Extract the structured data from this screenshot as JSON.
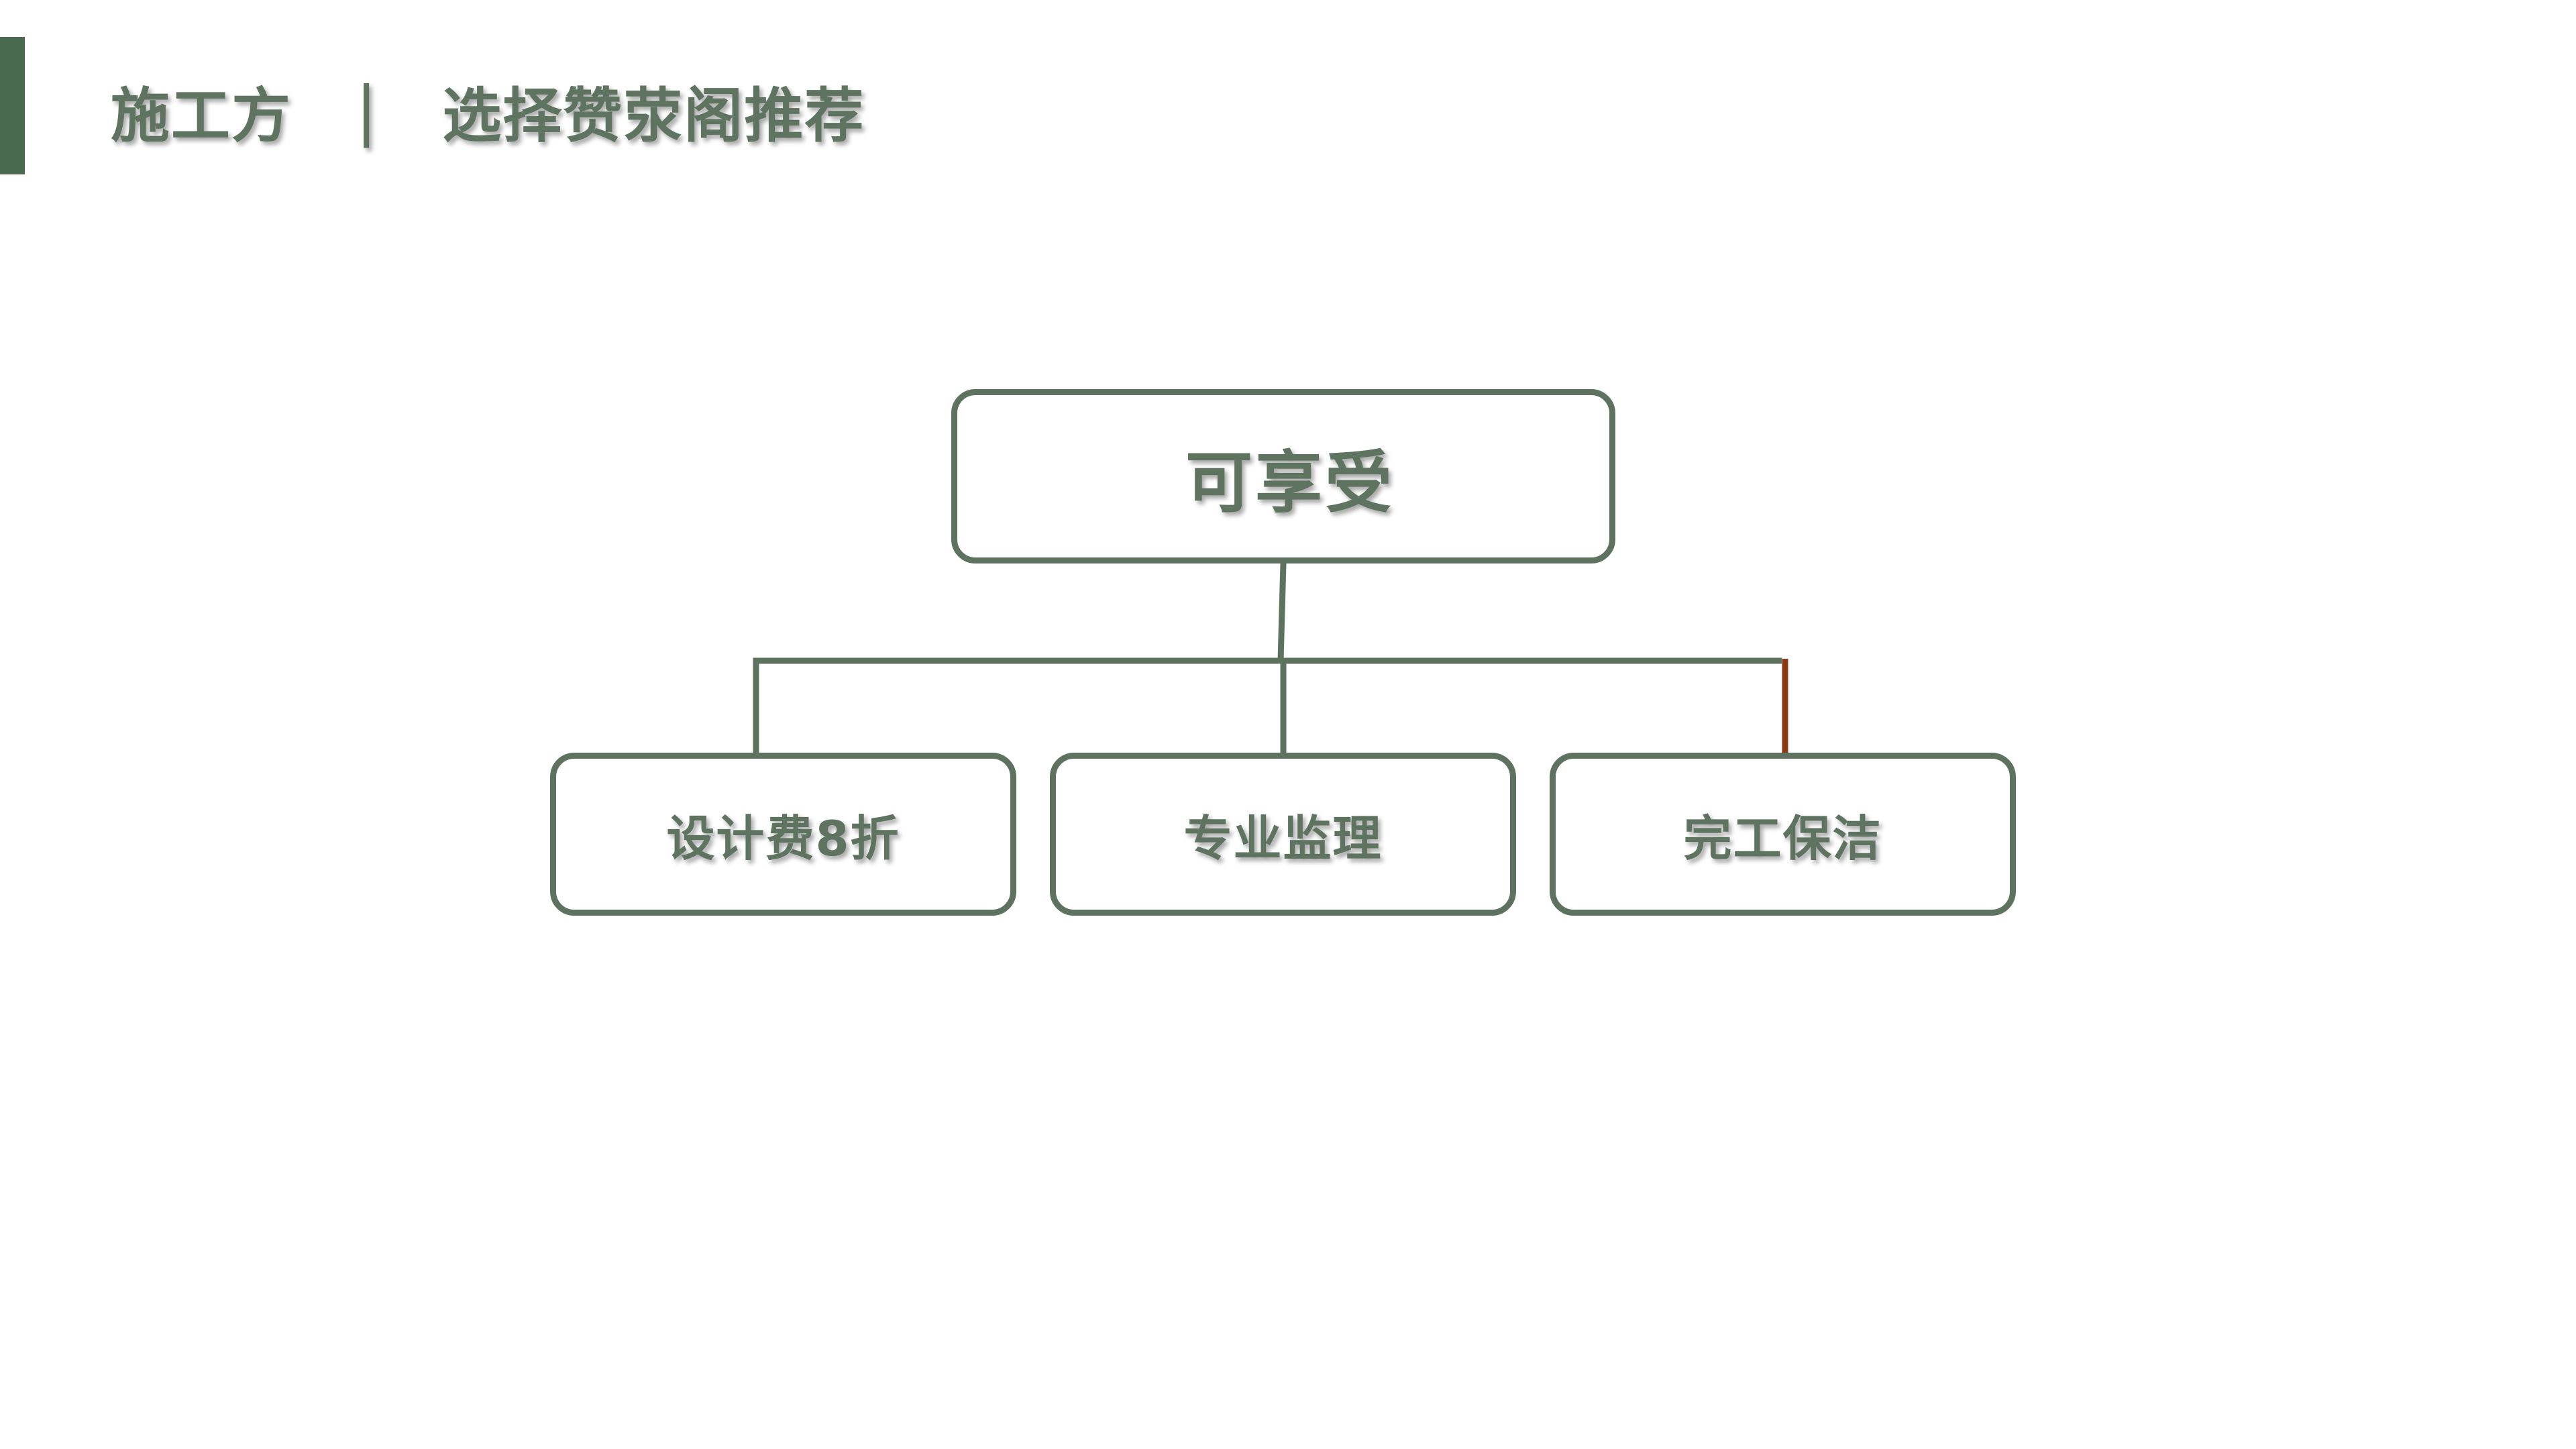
{
  "header": {
    "title": "施工方",
    "separator": "|",
    "subtitle": "选择赞荥阁推荐"
  },
  "diagram": {
    "root": {
      "label": "可享受"
    },
    "children": [
      {
        "label": "设计费8折"
      },
      {
        "label": "专业监理"
      },
      {
        "label": "完工保洁"
      }
    ]
  },
  "colors": {
    "accent": "#4a6a4f",
    "text": "#5e7460",
    "border": "#5d735f",
    "connector": "#5d735f",
    "connector_highlight": "#8b3a14"
  }
}
